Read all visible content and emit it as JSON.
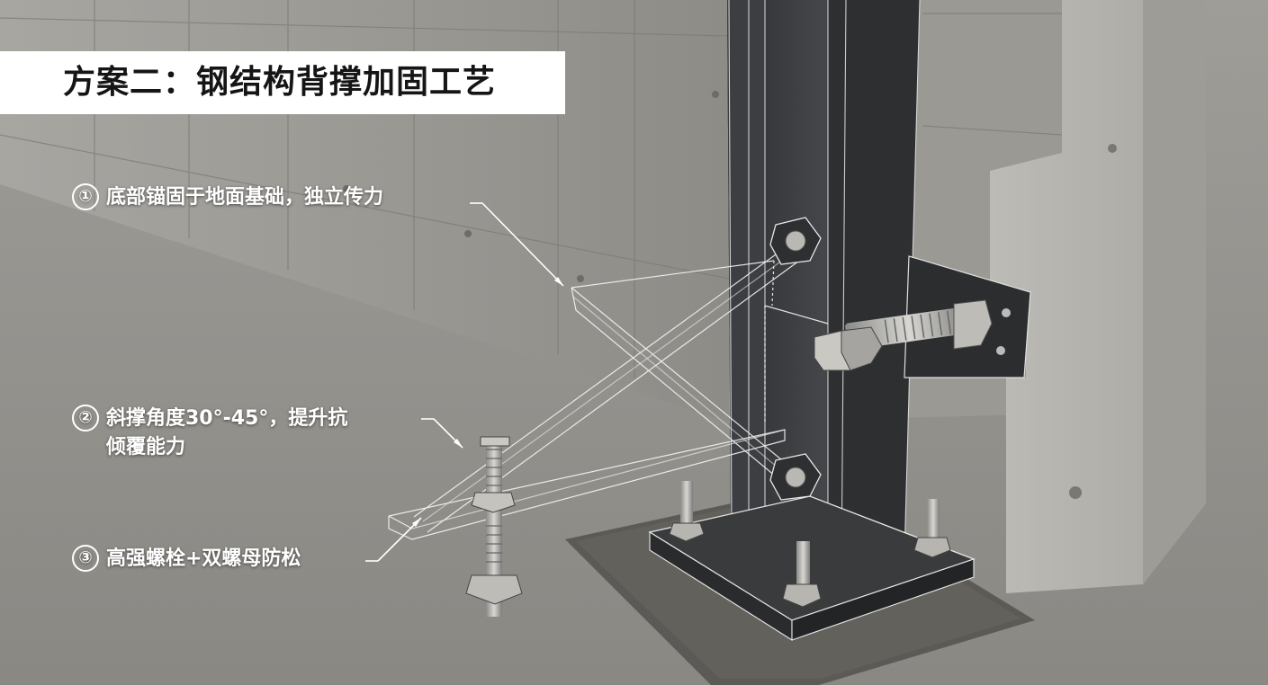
{
  "title": "方案二：钢结构背撑加固工艺",
  "callouts": [
    {
      "number": "①",
      "text": "底部锚固于地面基础，独立传力"
    },
    {
      "number": "②",
      "text_line1": "斜撑角度30°-45°，提升抗",
      "text_line2": "倾覆能力"
    },
    {
      "number": "③",
      "text": "高强螺栓+双螺母防松"
    }
  ],
  "colors": {
    "banner": "#ffffff",
    "title_text": "#151515",
    "callout_text": "#ffffff",
    "steel": "#3a3b3d",
    "concrete": "#a9a7a1",
    "gravel": "#5c5a56"
  }
}
